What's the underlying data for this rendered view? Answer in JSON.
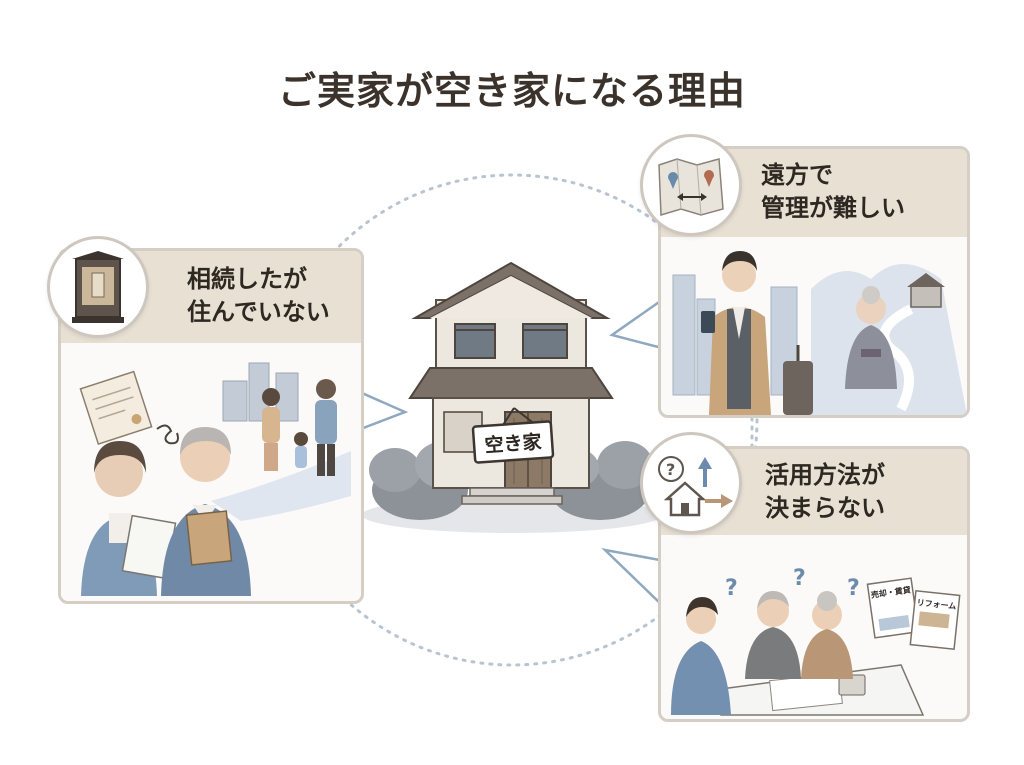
{
  "title": "ご実家が空き家になる理由",
  "center": {
    "sign_label": "空き家"
  },
  "panels": {
    "left": {
      "line1": "相続したが",
      "line2": "住んでいない"
    },
    "top_right": {
      "line1": "遠方で",
      "line2": "管理が難しい"
    },
    "bottom_right": {
      "line1": "活用方法が",
      "line2": "決まらない"
    }
  },
  "documents": {
    "doc1": "売却・賃貸",
    "doc2": "リフォーム"
  },
  "colors": {
    "band": "#e8e0d3",
    "border": "#d4cec5",
    "accent_blue": "#8aa3bd",
    "dotted": "#b7c3cf"
  }
}
